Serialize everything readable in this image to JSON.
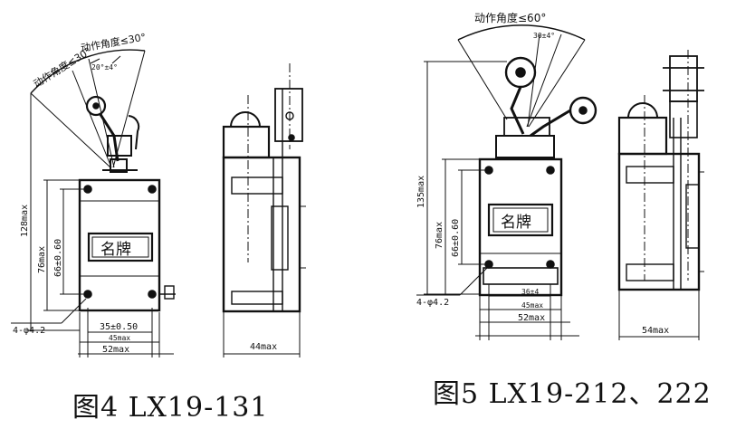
{
  "fig4": {
    "caption": "图4 LX19-131",
    "angle_left": "动作角度≤30°",
    "angle_right": "动作角度≤30°",
    "angle_small": "20°±4°",
    "height_total": "128max",
    "height_body": "76max",
    "height_holes": "66±0.60",
    "holes": "4-φ4.2",
    "width_holes": "35±0.50",
    "width_body": "45max",
    "width_total": "52max",
    "side_width": "44max",
    "nameplate": "名牌"
  },
  "fig5": {
    "caption": "图5 LX19-212、222",
    "angle": "动作角度≤60°",
    "angle_small": "30±4°",
    "height_total": "135max",
    "height_body": "76max",
    "height_holes": "66±0.60",
    "holes": "4-φ4.2",
    "width_holes": "36±4",
    "width_body": "45max",
    "width_total": "52max",
    "side_width": "54max",
    "nameplate": "名牌"
  }
}
